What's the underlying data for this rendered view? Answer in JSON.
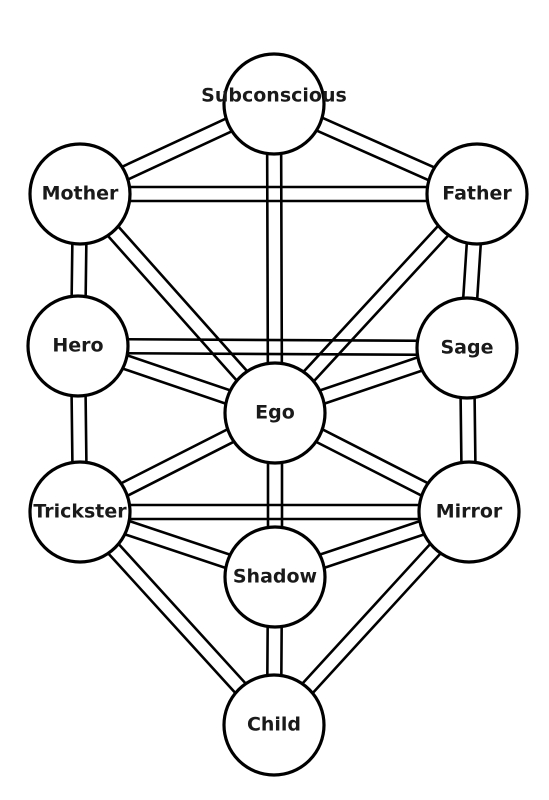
{
  "diagram": {
    "nodes": [
      {
        "id": "subconscious",
        "label": "Subconscious"
      },
      {
        "id": "mother",
        "label": "Mother"
      },
      {
        "id": "father",
        "label": "Father"
      },
      {
        "id": "hero",
        "label": "Hero"
      },
      {
        "id": "sage",
        "label": "Sage"
      },
      {
        "id": "ego",
        "label": "Ego"
      },
      {
        "id": "trickster",
        "label": "Trickster"
      },
      {
        "id": "mirror",
        "label": "Mirror"
      },
      {
        "id": "shadow",
        "label": "Shadow"
      },
      {
        "id": "child",
        "label": "Child"
      }
    ],
    "edges": [
      [
        "subconscious",
        "mother"
      ],
      [
        "subconscious",
        "father"
      ],
      [
        "subconscious",
        "ego"
      ],
      [
        "mother",
        "father"
      ],
      [
        "mother",
        "hero"
      ],
      [
        "mother",
        "ego"
      ],
      [
        "father",
        "sage"
      ],
      [
        "father",
        "ego"
      ],
      [
        "hero",
        "sage"
      ],
      [
        "hero",
        "ego"
      ],
      [
        "hero",
        "trickster"
      ],
      [
        "sage",
        "ego"
      ],
      [
        "sage",
        "mirror"
      ],
      [
        "ego",
        "trickster"
      ],
      [
        "ego",
        "mirror"
      ],
      [
        "ego",
        "shadow"
      ],
      [
        "trickster",
        "mirror"
      ],
      [
        "trickster",
        "shadow"
      ],
      [
        "trickster",
        "child"
      ],
      [
        "mirror",
        "shadow"
      ],
      [
        "mirror",
        "child"
      ],
      [
        "shadow",
        "child"
      ]
    ]
  }
}
